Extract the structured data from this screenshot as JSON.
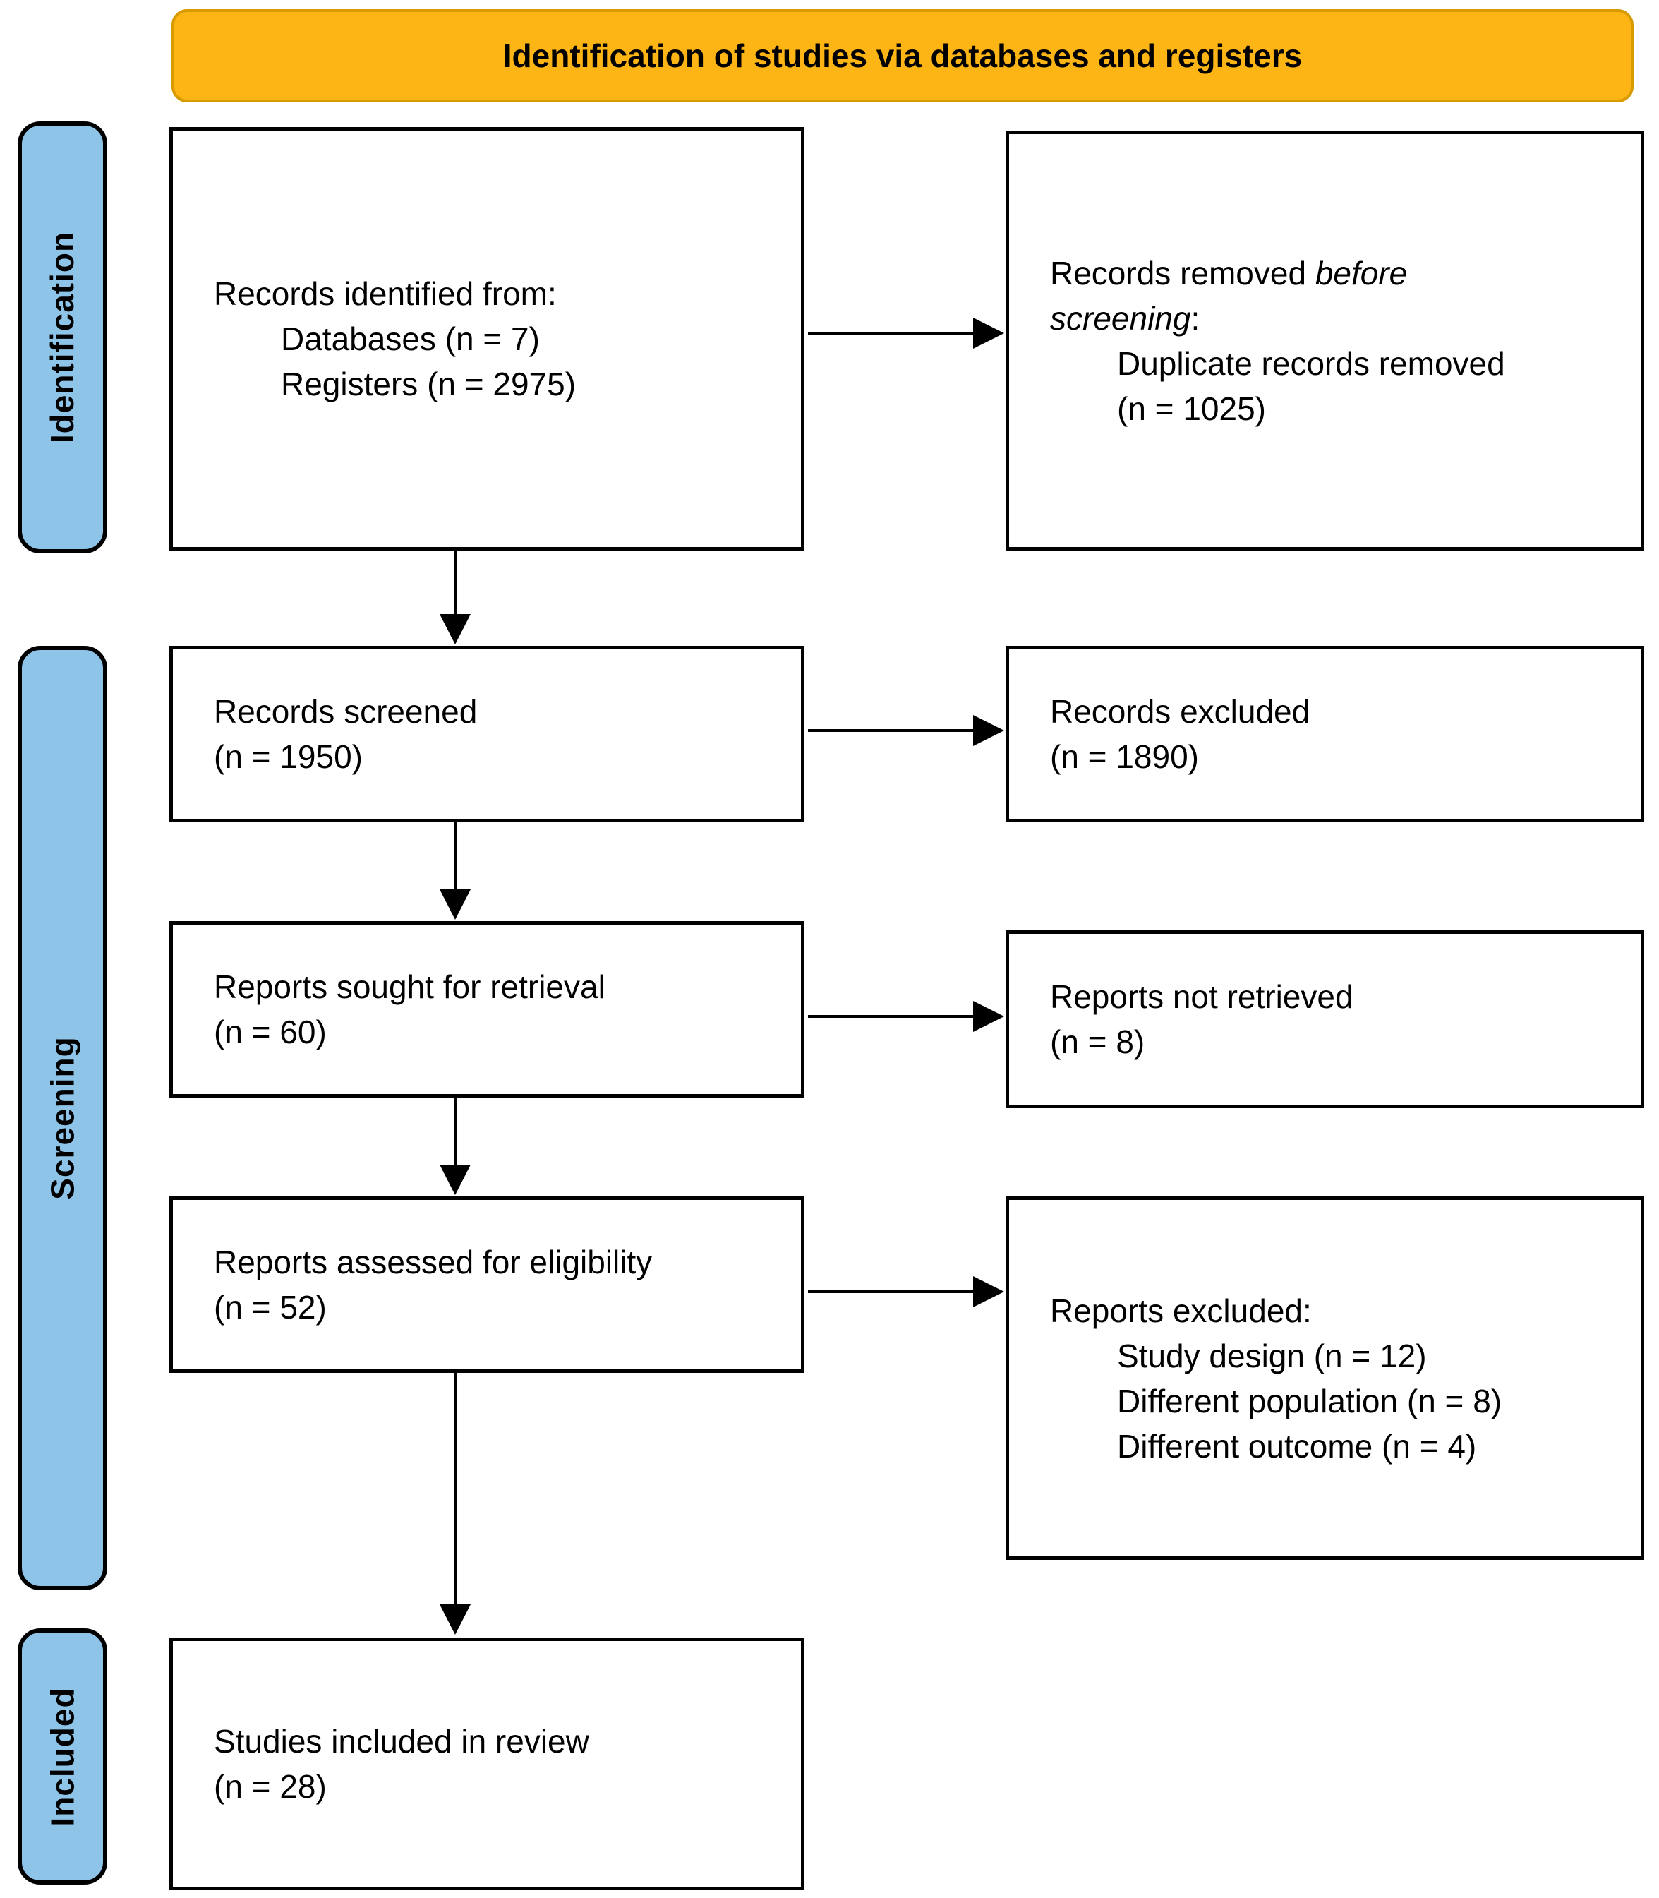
{
  "banner": {
    "title": "Identification of studies via databases and registers"
  },
  "side_labels": {
    "identification": "Identification",
    "screening": "Screening",
    "included": "Included"
  },
  "boxes": {
    "records_identified": {
      "title": "Records identified from:",
      "items": [
        "Databases (n = 7)",
        "Registers (n = 2975)"
      ]
    },
    "records_removed": {
      "line1_normal": "Records removed ",
      "line1_italic": "before",
      "line2_italic": "screening",
      "line2_normal": ":",
      "items": [
        "Duplicate records removed",
        "(n = 1025)"
      ]
    },
    "records_screened": {
      "line1": "Records screened",
      "line2": "(n = 1950)"
    },
    "records_excluded": {
      "line1": "Records excluded",
      "line2": "(n = 1890)"
    },
    "reports_sought": {
      "line1": "Reports sought for retrieval",
      "line2": "(n = 60)"
    },
    "reports_not_retrieved": {
      "line1": "Reports not retrieved",
      "line2": "(n = 8)"
    },
    "reports_assessed": {
      "line1": "Reports assessed for eligibility",
      "line2": "(n = 52)"
    },
    "reports_excluded": {
      "title": "Reports excluded:",
      "items": [
        "Study design (n = 12)",
        "Different population (n = 8)",
        "Different outcome (n = 4)"
      ]
    },
    "studies_included": {
      "line1": "Studies included in review",
      "line2": "(n = 28)"
    }
  },
  "colors": {
    "banner_fill": "#FCB514",
    "banner_border": "#D79B00",
    "label_fill": "#8FC4E9",
    "label_border": "#000000",
    "box_border": "#000000",
    "arrow_color": "#000000",
    "text_color": "#000000"
  }
}
